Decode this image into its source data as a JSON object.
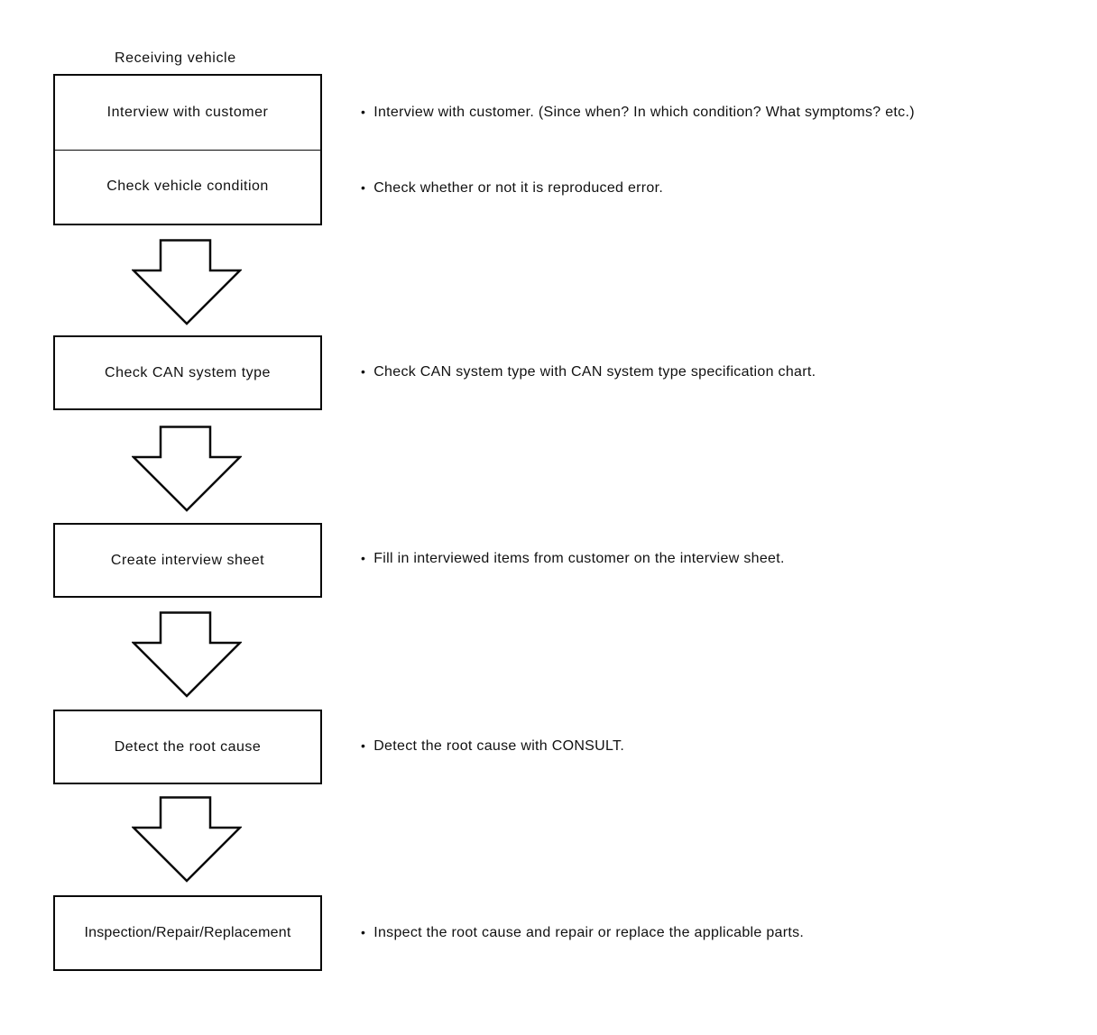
{
  "diagram": {
    "type": "flowchart",
    "title": "Receiving vehicle",
    "bullet_char": "•",
    "steps": [
      {
        "box": "Interview with customer",
        "note": "Interview with customer. (Since when? In which condition? What symptoms? etc.)"
      },
      {
        "box": "Check vehicle condition",
        "note": "Check whether or not it is reproduced error."
      },
      {
        "box": "Check CAN system type",
        "note": "Check CAN system type with CAN system type specification chart."
      },
      {
        "box": "Create interview sheet",
        "note": "Fill in interviewed items from customer on the interview sheet."
      },
      {
        "box": "Detect the root cause",
        "note": "Detect the root cause with CONSULT."
      },
      {
        "box": "Inspection/Repair/Replacement",
        "note": "Inspect the root cause and repair or replace the applicable parts."
      }
    ],
    "colors": {
      "line": "#0a0a0a",
      "background": "#ffffff"
    }
  }
}
